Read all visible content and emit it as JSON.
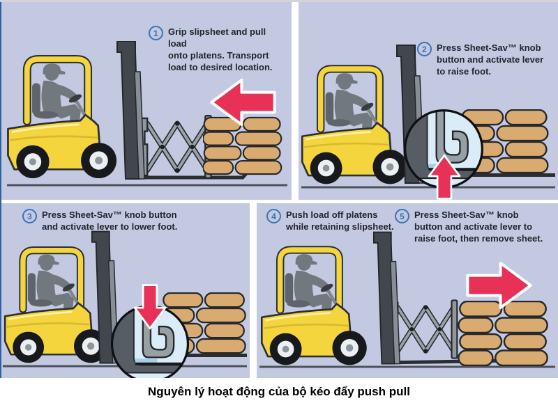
{
  "figure": {
    "caption": "Nguyên lý hoạt động của bộ kéo đẩy push pull"
  },
  "steps": {
    "s1": {
      "number": "1",
      "text": "Grip slipsheet and pull load\nonto platens. Transport\nload to desired location."
    },
    "s2": {
      "number": "2",
      "text": "Press Sheet-Sav™ knob\nbutton and activate lever\nto raise foot."
    },
    "s3": {
      "number": "3",
      "text": "Press Sheet-Sav™ knob button\nand activate lever to lower foot."
    },
    "s4": {
      "number": "4",
      "text": "Push load off platens\nwhile retaining slipsheet."
    },
    "s5": {
      "number": "5",
      "text": "Press Sheet-Sav™ knob\nbutton and activate lever to\nraise foot, then remove sheet."
    }
  },
  "panels": {
    "p1": {
      "name": "step-1",
      "arrow_direction": "left"
    },
    "p2": {
      "name": "step-2",
      "arrow_direction": "up",
      "magnifier_inset": true
    },
    "p3": {
      "name": "step-3",
      "arrow_direction": "down",
      "magnifier_inset": true
    },
    "p4": {
      "name": "steps-4-and-5",
      "arrow_direction": "right"
    }
  },
  "colors": {
    "panel_bg": "#c3c9e0",
    "arrow_red": "#e73156",
    "forklift_yellow": "#f5d53e",
    "sack_tan": "#d9ab70",
    "inset_bg": "#d9ecf7",
    "step_blue": "#3a72b8",
    "text_dark": "#23262e"
  }
}
